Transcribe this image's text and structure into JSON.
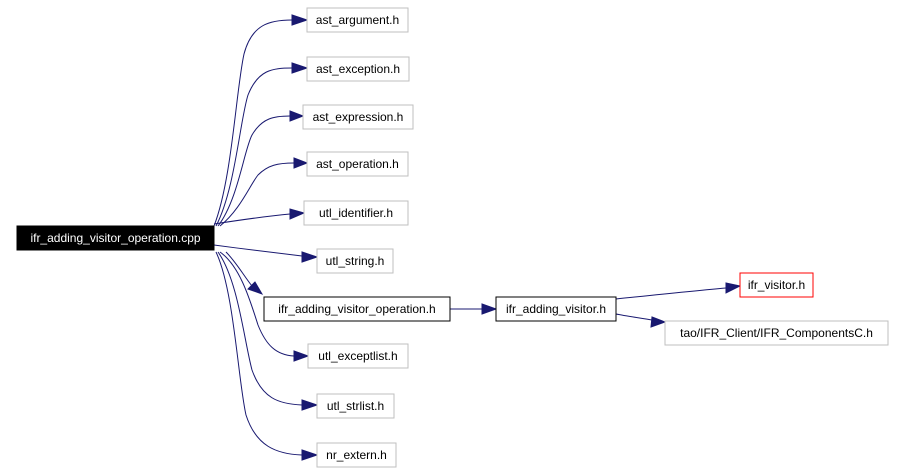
{
  "graph": {
    "source": "ifr_adding_visitor_operation.cpp",
    "includes": [
      "ast_argument.h",
      "ast_exception.h",
      "ast_expression.h",
      "ast_operation.h",
      "utl_identifier.h",
      "utl_string.h",
      "ifr_adding_visitor_operation.h",
      "utl_exceptlist.h",
      "utl_strlist.h",
      "nr_extern.h"
    ],
    "second_level": "ifr_adding_visitor.h",
    "third_level": [
      "ifr_visitor.h",
      "tao/IFR_Client/IFR_ComponentsC.h"
    ],
    "edge_color": "#191970",
    "highlight_color": "#ff0000"
  }
}
